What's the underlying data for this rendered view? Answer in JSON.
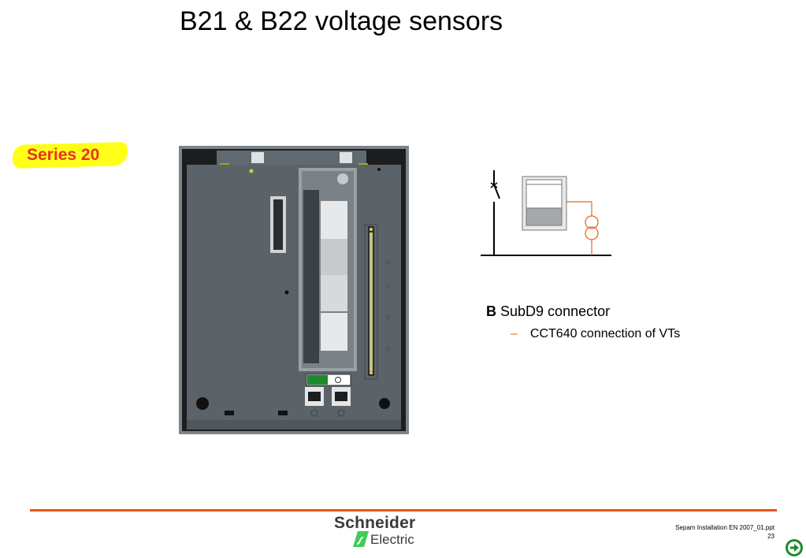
{
  "slide": {
    "title": "B21 & B22 voltage sensors",
    "series_tag": "Series 20",
    "bullet": {
      "bold": "B",
      "text": "SubD9 connector",
      "sub_dash": "–",
      "sub_text": "CCT640 connection of VTs"
    },
    "footer": {
      "logo_word1": "Schneider",
      "logo_word2": "Electric",
      "file_ref": "Sepam Installation EN 2007_01.ppt",
      "page": "23"
    }
  },
  "icons": {
    "next": "arrow-right-circle-icon",
    "logo_mark": "schneider-logo-icon"
  },
  "colors": {
    "accent_orange": "#e3541c",
    "series_red": "#e8331c",
    "highlight_yellow": "#ffff1a",
    "device_grey": "#5b6369",
    "nav_green": "#1e8a2c"
  }
}
